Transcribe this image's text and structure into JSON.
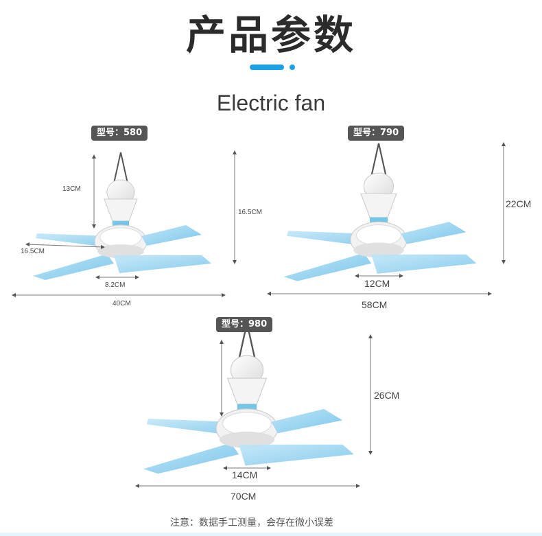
{
  "page_title": "产品参数",
  "subtitle": "Electric fan",
  "accent_color": "#1ea0e6",
  "products": [
    {
      "model": "型号：580",
      "dims": {
        "hook_height": "13CM",
        "total_height": "16.5CM",
        "blade": "16.5CM",
        "hub": "8.2CM",
        "span": "40CM"
      }
    },
    {
      "model": "型号：790",
      "dims": {
        "total_height": "22CM",
        "hub": "12CM",
        "span": "58CM"
      }
    },
    {
      "model": "型号：980",
      "dims": {
        "total_height": "26CM",
        "hub": "14CM",
        "span": "70CM"
      }
    }
  ],
  "note": "注意：数据手工测量，会存在微小误差"
}
